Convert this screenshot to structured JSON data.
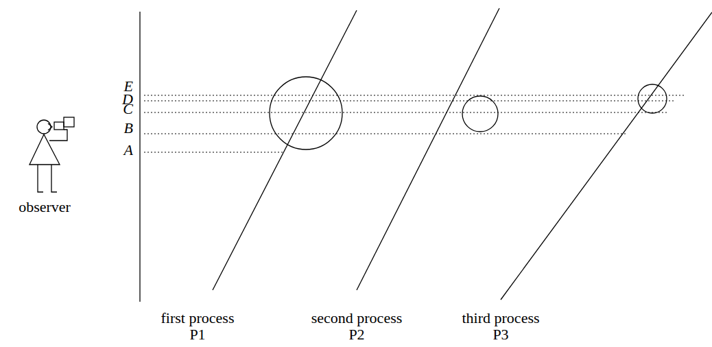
{
  "diagram": {
    "labels": [
      "E",
      "D",
      "C",
      "B",
      "A",
      "observer",
      "first process P1",
      "second process P2",
      "third process P3"
    ]
  }
}
